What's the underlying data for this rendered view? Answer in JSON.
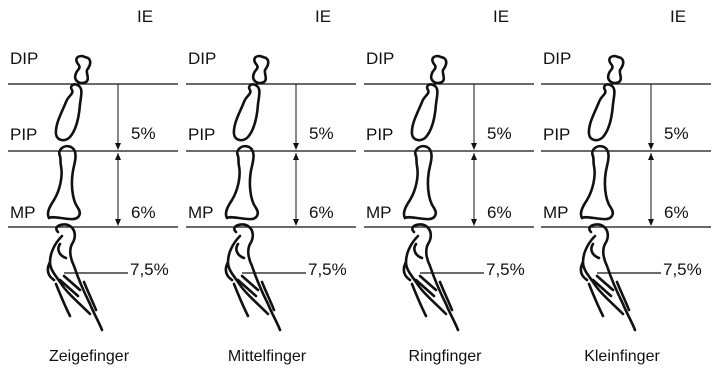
{
  "panels": [
    {
      "top_label": "IE",
      "dip_label": "DIP",
      "pip_label": "PIP",
      "mp_label": "MP",
      "upper_pct": "5%",
      "middle_pct": "6%",
      "lower_pct": "7,5%",
      "caption": "Zeigefinger"
    },
    {
      "top_label": "IE",
      "dip_label": "DIP",
      "pip_label": "PIP",
      "mp_label": "MP",
      "upper_pct": "5%",
      "middle_pct": "6%",
      "lower_pct": "7,5%",
      "caption": "Mittelfinger"
    },
    {
      "top_label": "IE",
      "dip_label": "DIP",
      "pip_label": "PIP",
      "mp_label": "MP",
      "upper_pct": "5%",
      "middle_pct": "6%",
      "lower_pct": "7,5%",
      "caption": "Ringfinger"
    },
    {
      "top_label": "IE",
      "dip_label": "DIP",
      "pip_label": "PIP",
      "mp_label": "MP",
      "upper_pct": "5%",
      "middle_pct": "6%",
      "lower_pct": "7,5%",
      "caption": "Kleinfinger"
    }
  ]
}
